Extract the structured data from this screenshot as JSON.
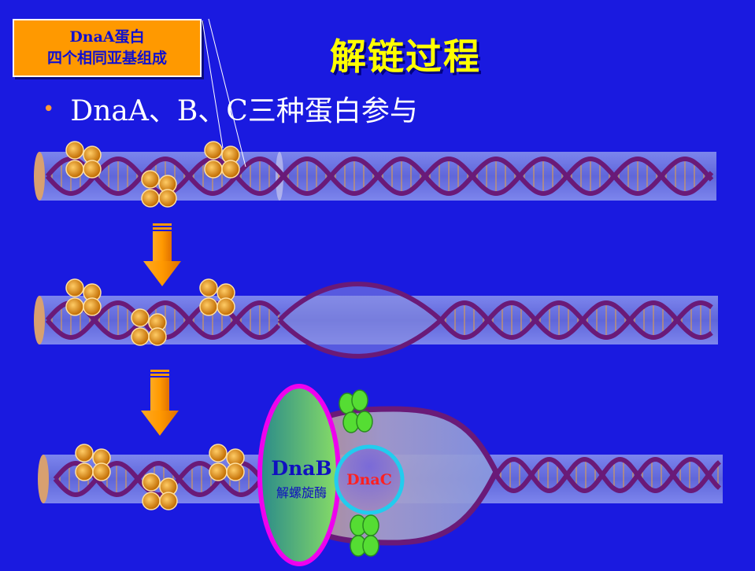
{
  "callout": {
    "line1": "DnaA蛋白",
    "line2": "四个相同亚基组成"
  },
  "title": "解链过程",
  "bullet": "DnaA、B、C三种蛋白参与",
  "dnab": {
    "name": "DnaB",
    "subtitle": "解螺旋酶"
  },
  "dnac": {
    "name": "DnaC"
  },
  "colors": {
    "background": "#1a1ae0",
    "dna_strand": "#6a1a78",
    "dnaa_protein": "#e08a10",
    "dnab_ring": "#ee00ee",
    "dnac_ring": "#22ccee",
    "green_protein": "#55dd33",
    "arrow": "#ff9900"
  }
}
